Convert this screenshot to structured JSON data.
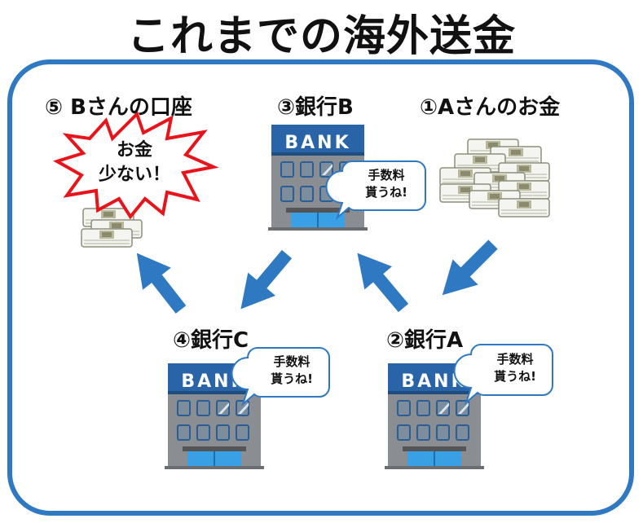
{
  "title": "これまでの海外送金",
  "nodes": {
    "person_b": {
      "label": "⑤ Bさんの口座",
      "burst_line1": "お金",
      "burst_line2": "少ない！"
    },
    "bank_b": {
      "label": "③銀行B",
      "sign": "BANK",
      "bubble_line1": "手数料",
      "bubble_line2": "貰うね!"
    },
    "person_a": {
      "label": "①Aさんのお金"
    },
    "bank_c": {
      "label": "④銀行C",
      "sign": "BANK",
      "bubble_line1": "手数料",
      "bubble_line2": "貰うね!"
    },
    "bank_a": {
      "label": "②銀行A",
      "sign": "BANK",
      "bubble_line1": "手数料",
      "bubble_line2": "貰うね!"
    }
  },
  "colors": {
    "frame": "#2f79c3",
    "arrow": "#2f79c3",
    "burst_stroke": "#e8141c",
    "bubble_stroke": "#2f79c3"
  }
}
